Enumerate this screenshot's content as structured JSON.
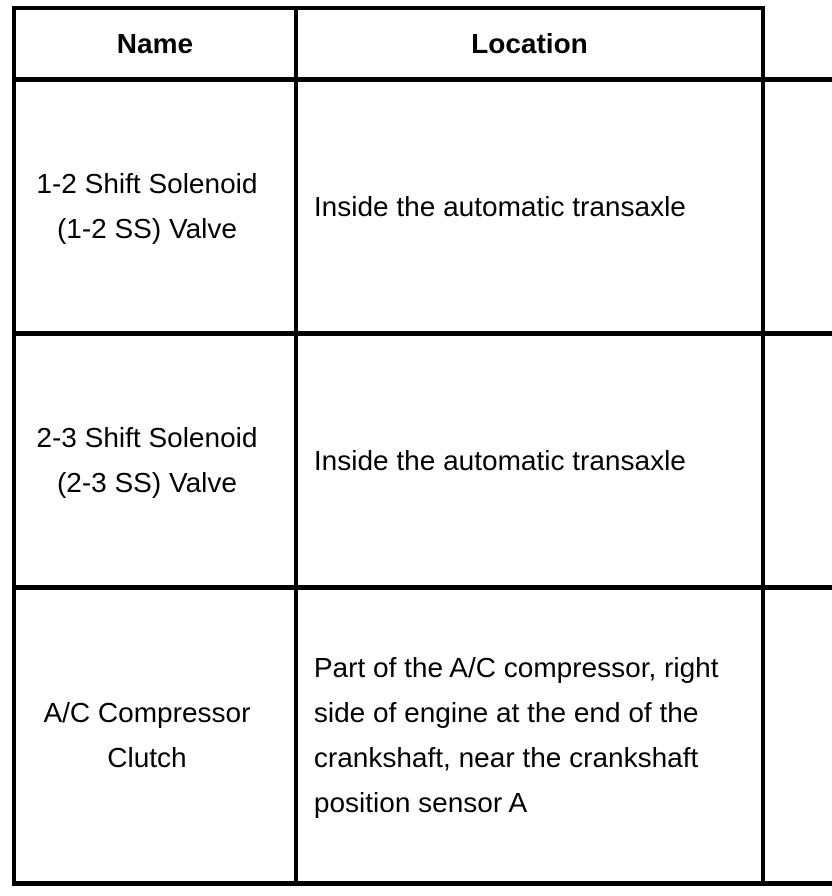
{
  "page": {
    "background_color": "#ffffff",
    "border_color": "#000000",
    "text_color": "#000000"
  },
  "table": {
    "headers": [
      "Name",
      "Location"
    ],
    "rows": [
      {
        "name": [
          "1-2 Shift Solenoid",
          "(1-2 SS) Valve"
        ],
        "location": [
          "Inside the automatic transaxle"
        ]
      },
      {
        "name": [
          "2-3 Shift Solenoid",
          "(2-3 SS) Valve"
        ],
        "location": [
          "Inside the automatic transaxle"
        ]
      },
      {
        "name": [
          "A/C Compressor",
          "Clutch"
        ],
        "location": [
          "Part of the A/C compressor, right",
          "side of engine at the end of the",
          "crankshaft, near the crankshaft",
          "position sensor A"
        ]
      }
    ]
  }
}
